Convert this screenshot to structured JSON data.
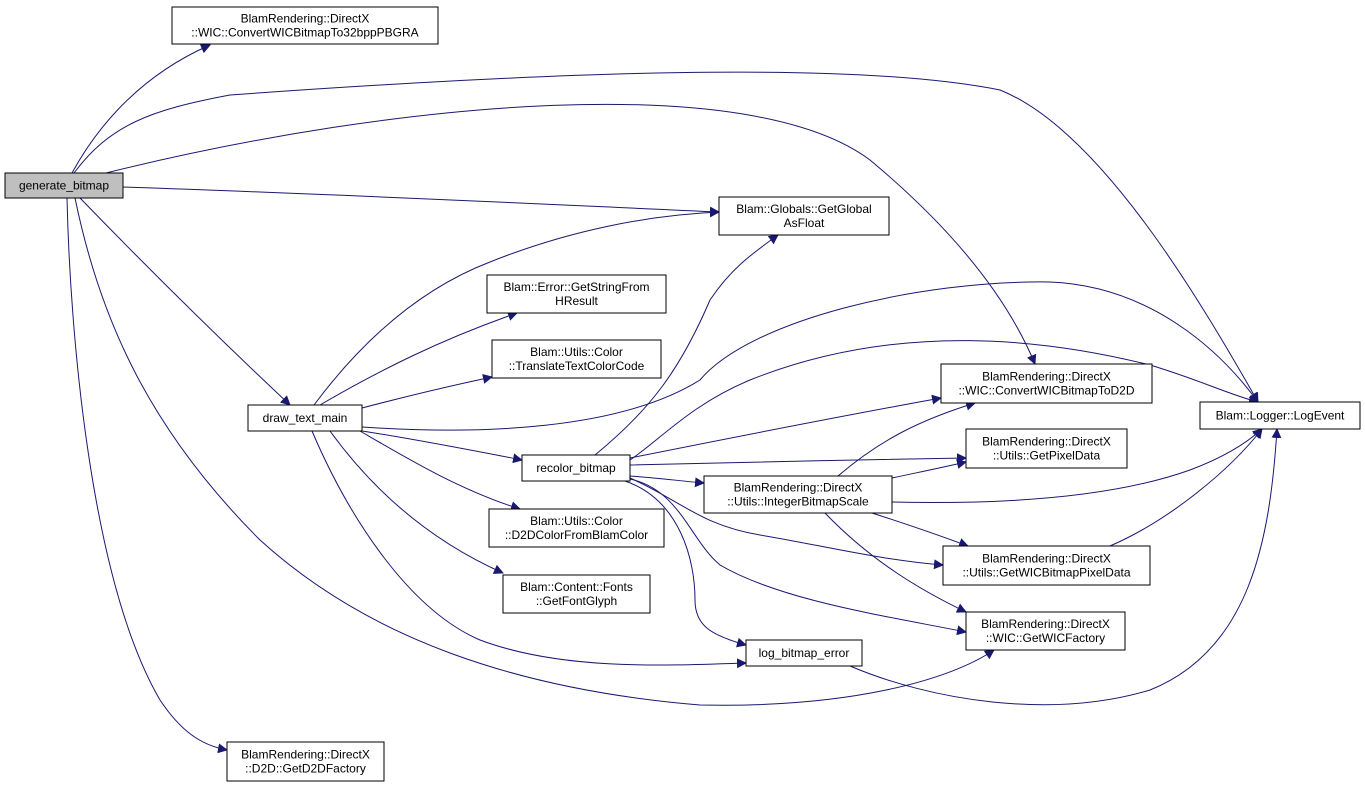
{
  "graph": {
    "nodes": [
      {
        "id": "generate_bitmap",
        "lines": [
          "generate_bitmap"
        ],
        "highlighted": true
      },
      {
        "id": "convert32",
        "lines": [
          "BlamRendering::DirectX",
          "::WIC::ConvertWICBitmapTo32bppPBGRA"
        ]
      },
      {
        "id": "getglobal",
        "lines": [
          "Blam::Globals::GetGlobal",
          "AsFloat"
        ]
      },
      {
        "id": "geterr",
        "lines": [
          "Blam::Error::GetStringFrom",
          "HResult"
        ]
      },
      {
        "id": "translate",
        "lines": [
          "Blam::Utils::Color",
          "::TranslateTextColorCode"
        ]
      },
      {
        "id": "draw_text_main",
        "lines": [
          "draw_text_main"
        ]
      },
      {
        "id": "convertd2d",
        "lines": [
          "BlamRendering::DirectX",
          "::WIC::ConvertWICBitmapToD2D"
        ]
      },
      {
        "id": "logevent",
        "lines": [
          "Blam::Logger::LogEvent"
        ]
      },
      {
        "id": "recolor_bitmap",
        "lines": [
          "recolor_bitmap"
        ]
      },
      {
        "id": "getpixel",
        "lines": [
          "BlamRendering::DirectX",
          "::Utils::GetPixelData"
        ]
      },
      {
        "id": "intscale",
        "lines": [
          "BlamRendering::DirectX",
          "::Utils::IntegerBitmapScale"
        ]
      },
      {
        "id": "d2dcolor",
        "lines": [
          "Blam::Utils::Color",
          "::D2DColorFromBlamColor"
        ]
      },
      {
        "id": "getwicpix",
        "lines": [
          "BlamRendering::DirectX",
          "::Utils::GetWICBitmapPixelData"
        ]
      },
      {
        "id": "fontglyph",
        "lines": [
          "Blam::Content::Fonts",
          "::GetFontGlyph"
        ]
      },
      {
        "id": "wicfactory",
        "lines": [
          "BlamRendering::DirectX",
          "::WIC::GetWICFactory"
        ]
      },
      {
        "id": "log_bitmap_error",
        "lines": [
          "log_bitmap_error"
        ]
      },
      {
        "id": "d2dfactory",
        "lines": [
          "BlamRendering::DirectX",
          "::D2D::GetD2DFactory"
        ]
      }
    ],
    "edges": [
      {
        "from": "generate_bitmap",
        "to": "convert32"
      },
      {
        "from": "generate_bitmap",
        "to": "logevent"
      },
      {
        "from": "generate_bitmap",
        "to": "convertd2d"
      },
      {
        "from": "generate_bitmap",
        "to": "getglobal"
      },
      {
        "from": "generate_bitmap",
        "to": "draw_text_main"
      },
      {
        "from": "generate_bitmap",
        "to": "wicfactory"
      },
      {
        "from": "generate_bitmap",
        "to": "d2dfactory"
      },
      {
        "from": "draw_text_main",
        "to": "getglobal"
      },
      {
        "from": "draw_text_main",
        "to": "geterr"
      },
      {
        "from": "draw_text_main",
        "to": "translate"
      },
      {
        "from": "draw_text_main",
        "to": "logevent"
      },
      {
        "from": "draw_text_main",
        "to": "recolor_bitmap"
      },
      {
        "from": "draw_text_main",
        "to": "d2dcolor"
      },
      {
        "from": "draw_text_main",
        "to": "fontglyph"
      },
      {
        "from": "draw_text_main",
        "to": "log_bitmap_error"
      },
      {
        "from": "recolor_bitmap",
        "to": "getglobal"
      },
      {
        "from": "recolor_bitmap",
        "to": "logevent"
      },
      {
        "from": "recolor_bitmap",
        "to": "convertd2d"
      },
      {
        "from": "recolor_bitmap",
        "to": "getpixel"
      },
      {
        "from": "recolor_bitmap",
        "to": "intscale"
      },
      {
        "from": "recolor_bitmap",
        "to": "getwicpix"
      },
      {
        "from": "recolor_bitmap",
        "to": "wicfactory"
      },
      {
        "from": "recolor_bitmap",
        "to": "log_bitmap_error"
      },
      {
        "from": "intscale",
        "to": "convertd2d"
      },
      {
        "from": "intscale",
        "to": "getpixel"
      },
      {
        "from": "intscale",
        "to": "logevent"
      },
      {
        "from": "intscale",
        "to": "getwicpix"
      },
      {
        "from": "intscale",
        "to": "wicfactory"
      },
      {
        "from": "getwicpix",
        "to": "logevent"
      },
      {
        "from": "log_bitmap_error",
        "to": "logevent"
      }
    ]
  },
  "colors": {
    "edge": "#191970",
    "node_fill": "#ffffff",
    "highlight_fill": "#bfbfbf",
    "border": "#000000"
  }
}
